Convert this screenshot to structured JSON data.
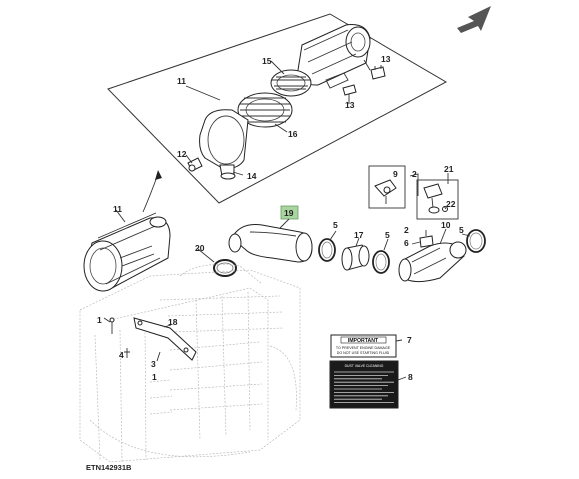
{
  "diagram": {
    "drawing_id": "ETN142931B",
    "highlighted_callout": "19",
    "callouts": {
      "c1a": "1",
      "c1b": "1",
      "c2": "2",
      "c3": "3",
      "c4": "4",
      "c5a": "5",
      "c5b": "5",
      "c5c": "5",
      "c6": "6",
      "c7": "7",
      "c8": "8",
      "c9": "9",
      "c10": "10",
      "c11a": "11",
      "c11b": "11",
      "c12": "12",
      "c13a": "13",
      "c13b": "13",
      "c14": "14",
      "c15": "15",
      "c16": "16",
      "c17": "17",
      "c18": "18",
      "c19": "19",
      "c20": "20",
      "c21": "21",
      "c22": "22",
      "c2b": "2"
    },
    "decal_important": {
      "title": "IMPORTANT",
      "line1": "TO PREVENT ENGINE DAMAGE",
      "line2": "DO NOT USE STARTING FLUID"
    },
    "decal_instructions_title": "DUST VALVE CLEANING"
  },
  "colors": {
    "highlight": "#a8d5a0",
    "line": "#333333",
    "decal_dark": "#1a1a1a"
  }
}
